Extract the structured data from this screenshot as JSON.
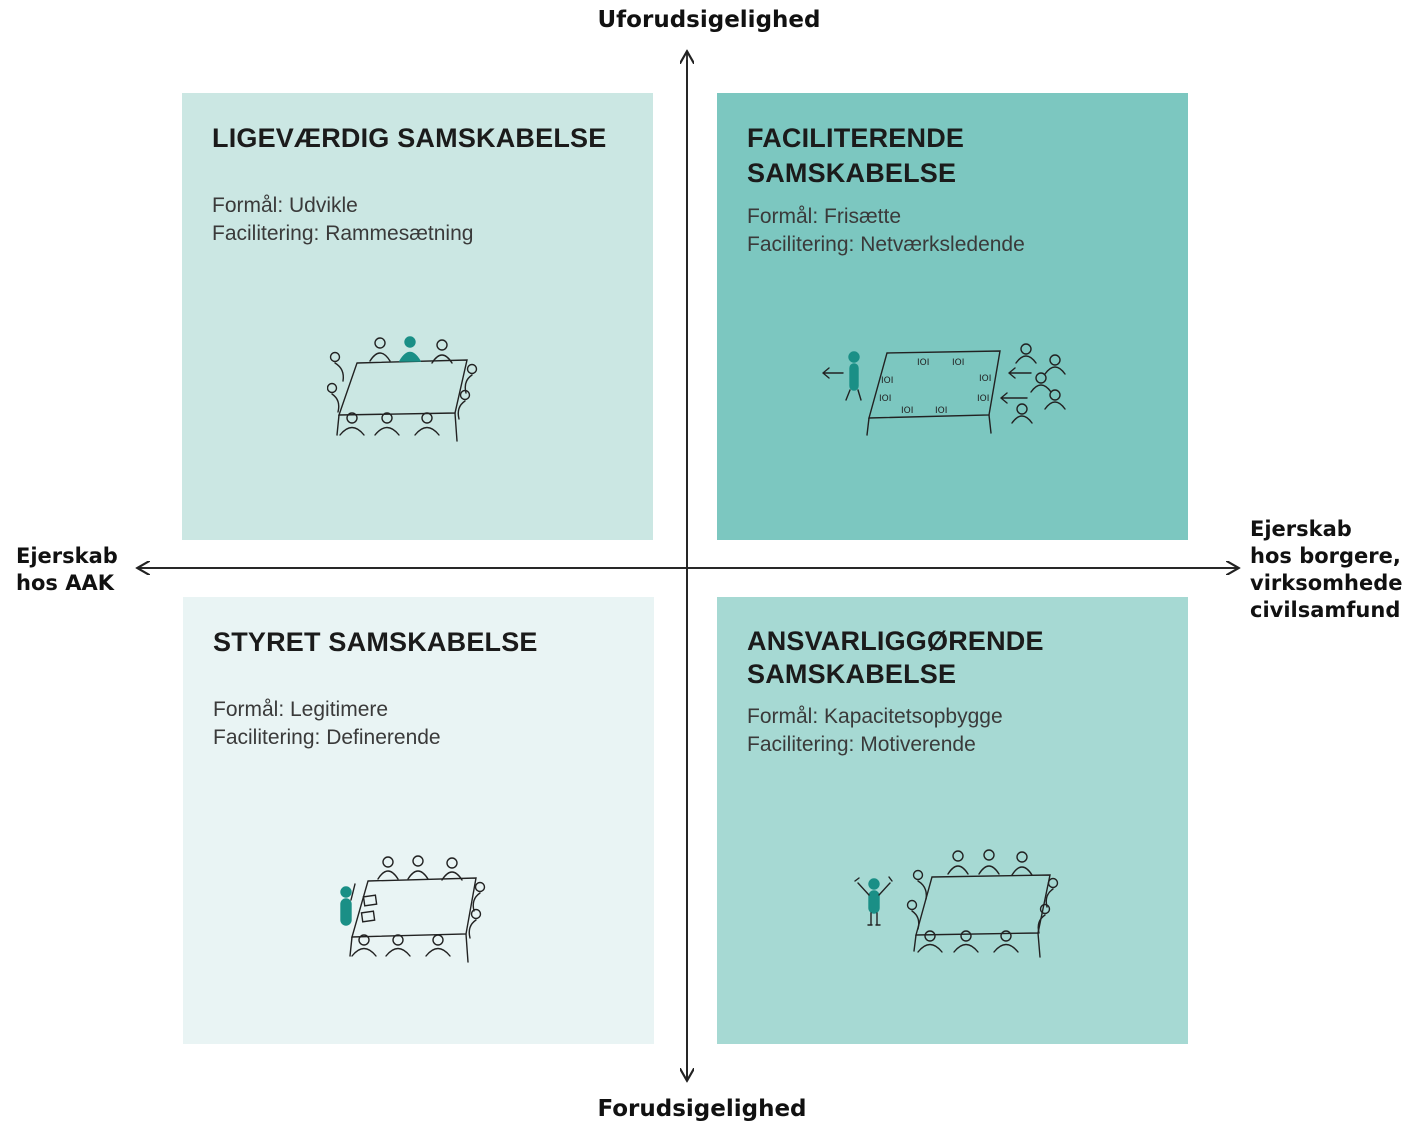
{
  "axes": {
    "top": "Uforudsigelighed",
    "bottom": "Forudsigelighed",
    "left": [
      "Ejerskab",
      "hos AAK"
    ],
    "right": [
      "Ejerskab",
      "hos borgere,",
      "virksomheder,",
      "civilsamfund"
    ]
  },
  "quadrants": {
    "top_left": {
      "title": [
        "LIGEVÆRDIG SAMSKABELSE"
      ],
      "purpose": "Formål: Udvikle",
      "facilitation": "Facilitering: Rammesætning"
    },
    "top_right": {
      "title": [
        "FACILITERENDE",
        "SAMSKABELSE"
      ],
      "purpose": "Formål: Frisætte",
      "facilitation": "Facilitering: Netværksledende"
    },
    "bottom_left": {
      "title": [
        "STYRET SAMSKABELSE"
      ],
      "purpose": "Formål: Legitimere",
      "facilitation": "Facilitering: Definerende"
    },
    "bottom_right": {
      "title": [
        "ANSVARLIGGØRENDE",
        "SAMSKABELSE"
      ],
      "purpose": "Formål: Kapacitetsopbygge",
      "facilitation": "Facilitering: Motiverende"
    }
  },
  "colors": {
    "top_left": "#cbe7e3",
    "top_right": "#7cc7c0",
    "bottom_left": "#e9f4f4",
    "bottom_right": "#a6d9d3",
    "accent_figure": "#1a8f86"
  },
  "icons": {
    "top_left": "meeting-table-icon",
    "top_right": "network-table-icon",
    "bottom_left": "presenter-table-icon",
    "bottom_right": "motivator-table-icon"
  }
}
